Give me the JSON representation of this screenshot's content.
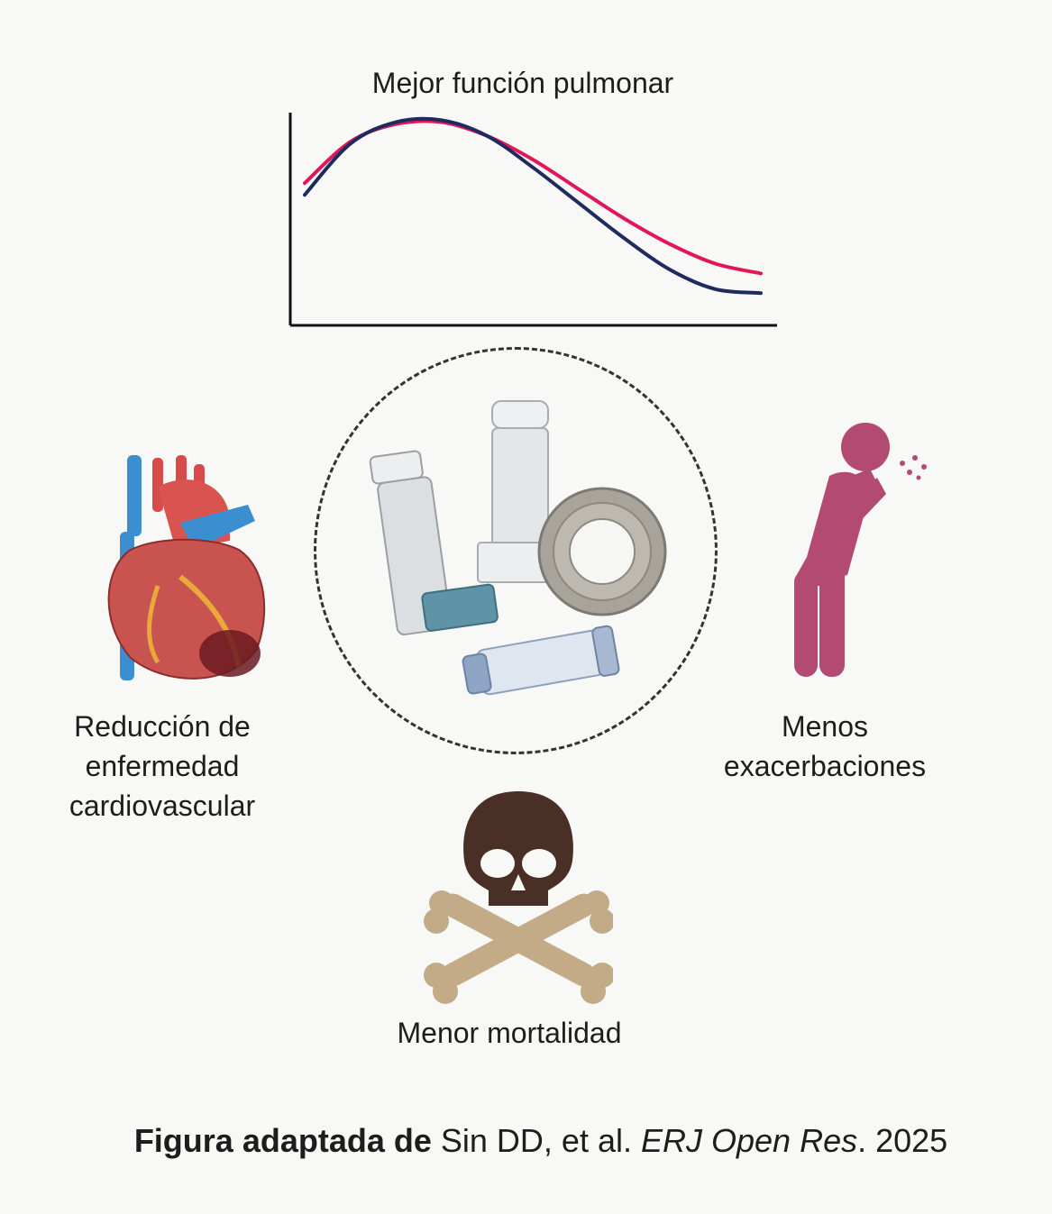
{
  "figure": {
    "chart_title": "Mejor función pulmonar",
    "outcome_labels": {
      "cardiovascular_line1": "Reducción de",
      "cardiovascular_line2": "enfermedad",
      "cardiovascular_line3": "cardiovascular",
      "exacerbations_line1": "Menos",
      "exacerbations_line2": "exacerbaciones",
      "mortality": "Menor mortalidad"
    },
    "citation": {
      "bold_part": "Figura adaptada de",
      "normal_part": " Sin DD, et al. ",
      "italic_part": "ERJ Open Res",
      "tail_part": ". 2025"
    },
    "icons": [
      "heart-icon",
      "inhaler-icon",
      "coughing-person-icon",
      "skull-crossbones-icon"
    ]
  },
  "chart_data": {
    "type": "line",
    "title": "Mejor función pulmonar",
    "xlabel": "",
    "ylabel": "",
    "series": [
      {
        "color": "#e0185a",
        "x": [
          0,
          0.1,
          0.2,
          0.3,
          0.4,
          0.5,
          0.6,
          0.7,
          0.8,
          0.9,
          1.0
        ],
        "values": [
          0.66,
          0.87,
          0.96,
          0.97,
          0.9,
          0.78,
          0.63,
          0.48,
          0.35,
          0.25,
          0.2
        ]
      },
      {
        "color": "#1f2a5e",
        "x": [
          0,
          0.1,
          0.2,
          0.3,
          0.4,
          0.5,
          0.6,
          0.7,
          0.8,
          0.9,
          1.0
        ],
        "values": [
          0.6,
          0.86,
          0.97,
          0.98,
          0.9,
          0.74,
          0.56,
          0.38,
          0.22,
          0.12,
          0.1
        ]
      }
    ],
    "colors": {
      "pink": "#e0185a",
      "navy": "#1f2a5e"
    }
  }
}
